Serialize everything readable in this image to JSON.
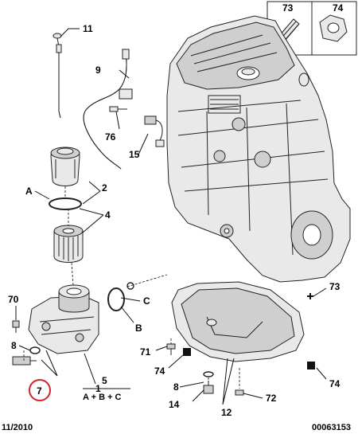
{
  "callouts": {
    "c11": "11",
    "c9": "9",
    "c76": "76",
    "c15": "15",
    "c2": "2",
    "cA": "A",
    "c4": "4",
    "c73": "73",
    "c74_top": "74",
    "c70": "70",
    "c8": "8",
    "c1": "1",
    "c7": "7",
    "cC": "C",
    "cB": "B",
    "c71": "71",
    "c74_left": "74",
    "c8b": "8",
    "c14": "14",
    "c12": "12",
    "c72": "72",
    "c73_right": "73",
    "c74_right": "74"
  },
  "legend": {
    "number": "5",
    "formula": "A + B + C"
  },
  "footer": {
    "date": "11/2010",
    "reference": "00063153"
  },
  "colors": {
    "highlight_circle": "#d2222c",
    "part_fill": "#e9e9e9",
    "line": "#111111"
  }
}
